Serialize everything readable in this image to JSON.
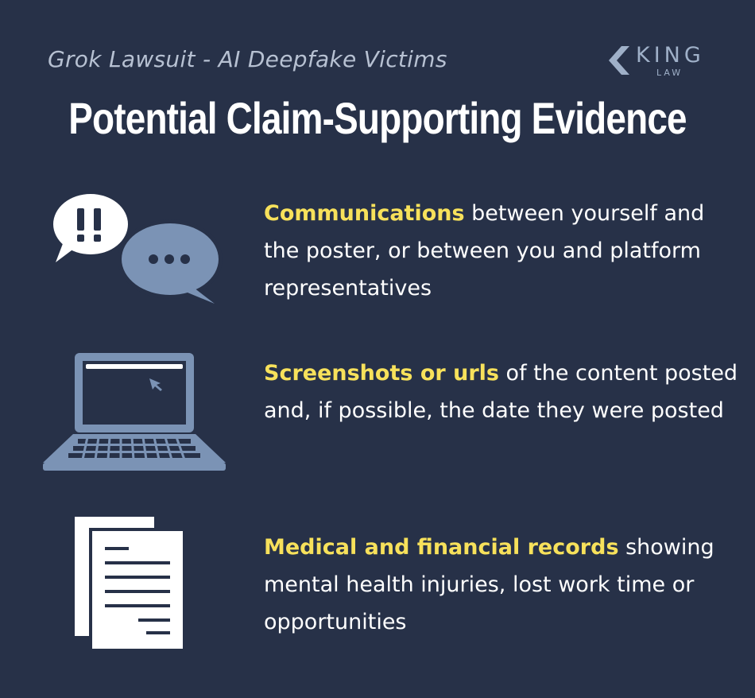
{
  "header": {
    "subtitle": "Grok Lawsuit - AI Deepfake Victims",
    "logo_word": "KING",
    "logo_sub": "LAW",
    "title": "Potential Claim-Supporting Evidence"
  },
  "items": [
    {
      "icon": "speech-bubbles-icon",
      "highlight": "Communications",
      "text": " between yourself and the poster, or between you and platform representatives"
    },
    {
      "icon": "laptop-icon",
      "highlight": "Screenshots or urls",
      "text": " of the content posted and, if possible, the date they were posted"
    },
    {
      "icon": "documents-icon",
      "highlight": "Medical and financial records",
      "text": " showing mental health injuries, lost work time or opportunities"
    }
  ],
  "colors": {
    "background": "#273148",
    "highlight": "#f7e15b",
    "icon_blue": "#7b93b5",
    "text": "#ffffff"
  }
}
